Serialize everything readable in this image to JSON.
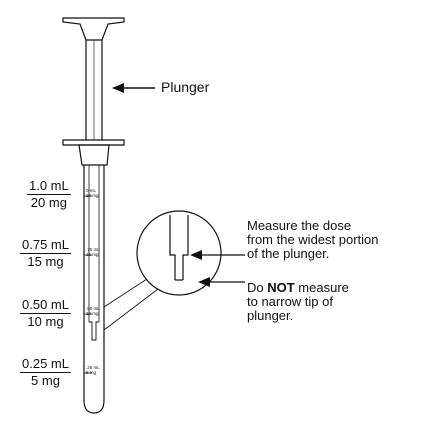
{
  "labels": {
    "plunger": "Plunger",
    "measure_dose": [
      "Measure the dose",
      "from the widest portion",
      "of the plunger."
    ],
    "do_not_prefix": "Do ",
    "do_not_emph": "NOT",
    "do_not_suffix": " measure",
    "do_not_lines": [
      "to narrow tip of",
      "plunger."
    ]
  },
  "scale": [
    {
      "volume": "1.0 mL",
      "dose": "20 mg"
    },
    {
      "volume": "0.75 mL",
      "dose": "15 mg"
    },
    {
      "volume": "0.50 mL",
      "dose": "10 mg"
    },
    {
      "volume": "0.25 mL",
      "dose": "5 mg"
    }
  ],
  "barrel_ticks": [
    {
      "volume": "0 mL",
      "dose": "20 mg"
    },
    {
      "volume": ".75 mL",
      "dose": "15 mg"
    },
    {
      "volume": ".50 mL",
      "dose": "10 mg"
    },
    {
      "volume": ".25 mL",
      "dose": "5 mg"
    }
  ],
  "colors": {
    "line": "#111111",
    "background": "#ffffff"
  }
}
